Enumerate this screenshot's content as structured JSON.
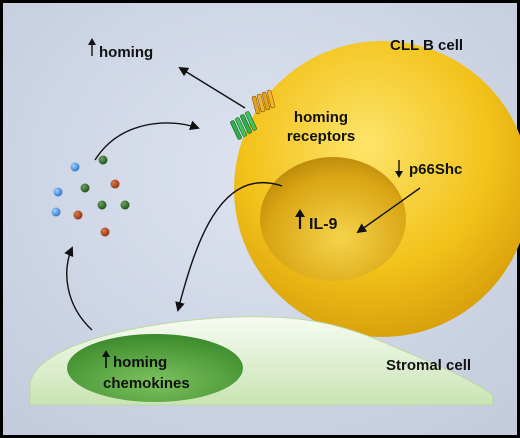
{
  "labels": {
    "homing_up": "homing",
    "cll_b_cell": "CLL B cell",
    "homing_receptors_1": "homing",
    "homing_receptors_2": "receptors",
    "p66shc": "p66Shc",
    "il9": "IL-9",
    "stromal_cell": "Stromal cell",
    "homing_chemokines_1": "homing",
    "homing_chemokines_2": "chemokines"
  },
  "colors": {
    "background": "#cfd6e6",
    "border": "#000000",
    "cell_yellow": "#f2c21a",
    "nucleus_yellow": "#d9a615",
    "stromal_light": "#e2f1d3",
    "stromal_nucleus": "#4f9a3a",
    "chemokine_blue": "#3f8fe0",
    "chemokine_green": "#2f6b2a",
    "chemokine_brown": "#a9471c",
    "receptor_green": "#2fb04a",
    "receptor_orange": "#e6a21a"
  }
}
